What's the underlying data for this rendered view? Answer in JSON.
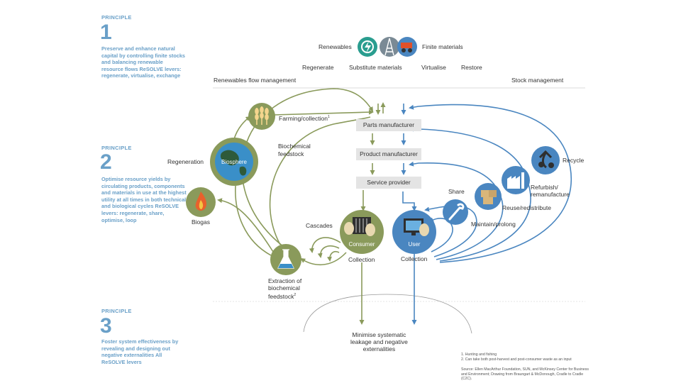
{
  "principles": [
    {
      "label": "PRINCIPLE",
      "number": "1",
      "description": "Preserve and enhance natural capital by controlling finite stocks and balancing renewable resource flows ReSOLVE levers: regenerate, virtualise, exchange"
    },
    {
      "label": "PRINCIPLE",
      "number": "2",
      "description": "Optimise resource yields by circulating products, components and materials in use at the highest utility at all times in both technical and biological cycles ReSOLVE levers: regenerate, share, optimise, loop"
    },
    {
      "label": "PRINCIPLE",
      "number": "3",
      "description": "Foster system effectiveness by revealing and designing out negative externalities All ReSOLVE levers"
    }
  ],
  "top": {
    "renewables": "Renewables",
    "finite": "Finite materials",
    "regenerate": "Regenerate",
    "substitute": "Substitute materials",
    "virtualise": "Virtualise",
    "restore": "Restore",
    "flow_mgmt": "Renewables flow management",
    "stock_mgmt": "Stock management"
  },
  "boxes": {
    "parts": "Parts manufacturer",
    "product": "Product manufacturer",
    "service": "Service provider"
  },
  "bio": {
    "farming": "Farming/collection",
    "farming_sup": "1",
    "feedstock": "Biochemical\nfeedstock",
    "regeneration": "Regeneration",
    "biosphere": "Biosphere",
    "biogas": "Biogas",
    "cascades": "Cascades",
    "consumer": "Consumer",
    "collection_left": "Collection",
    "extraction": "Extraction of\nbiochemical\nfeedstock",
    "extraction_sup": "2"
  },
  "tech": {
    "user": "User",
    "collection_right": "Collection",
    "share": "Share",
    "maintain": "Maintain/prolong",
    "reuse": "Reuse/redistribute",
    "refurbish": "Refurbish/\nremanufacture",
    "recycle": "Recycle"
  },
  "leakage": "Minimise systematic\nleakage and negative\nexternalities",
  "footnotes": {
    "n1": "1. Hunting and fishing",
    "n2": "2. Can take both post-harvest and post-consumer waste as an input",
    "source": "Source: Ellen MacArthur Foundation, SUN, and McKinsey Center for Business and Environment; Drawing from Braungart & McDonough, Cradle to Cradle (C2C)."
  },
  "colors": {
    "green": "#8a9a5b",
    "blue": "#4a86c0",
    "principle": "#6aa0c8",
    "teal": "#2a9d8f",
    "box": "#e4e4e4"
  },
  "icons": [
    "renewables-icon",
    "finite-oil-rig-icon",
    "finite-mining-truck-icon",
    "wheat-icon",
    "globe-icon",
    "flame-icon",
    "flask-icon",
    "book-shelf-icon",
    "computer-monitor-icon",
    "wrench-icon",
    "boxes-icon",
    "factory-icon",
    "recycle-icon"
  ]
}
